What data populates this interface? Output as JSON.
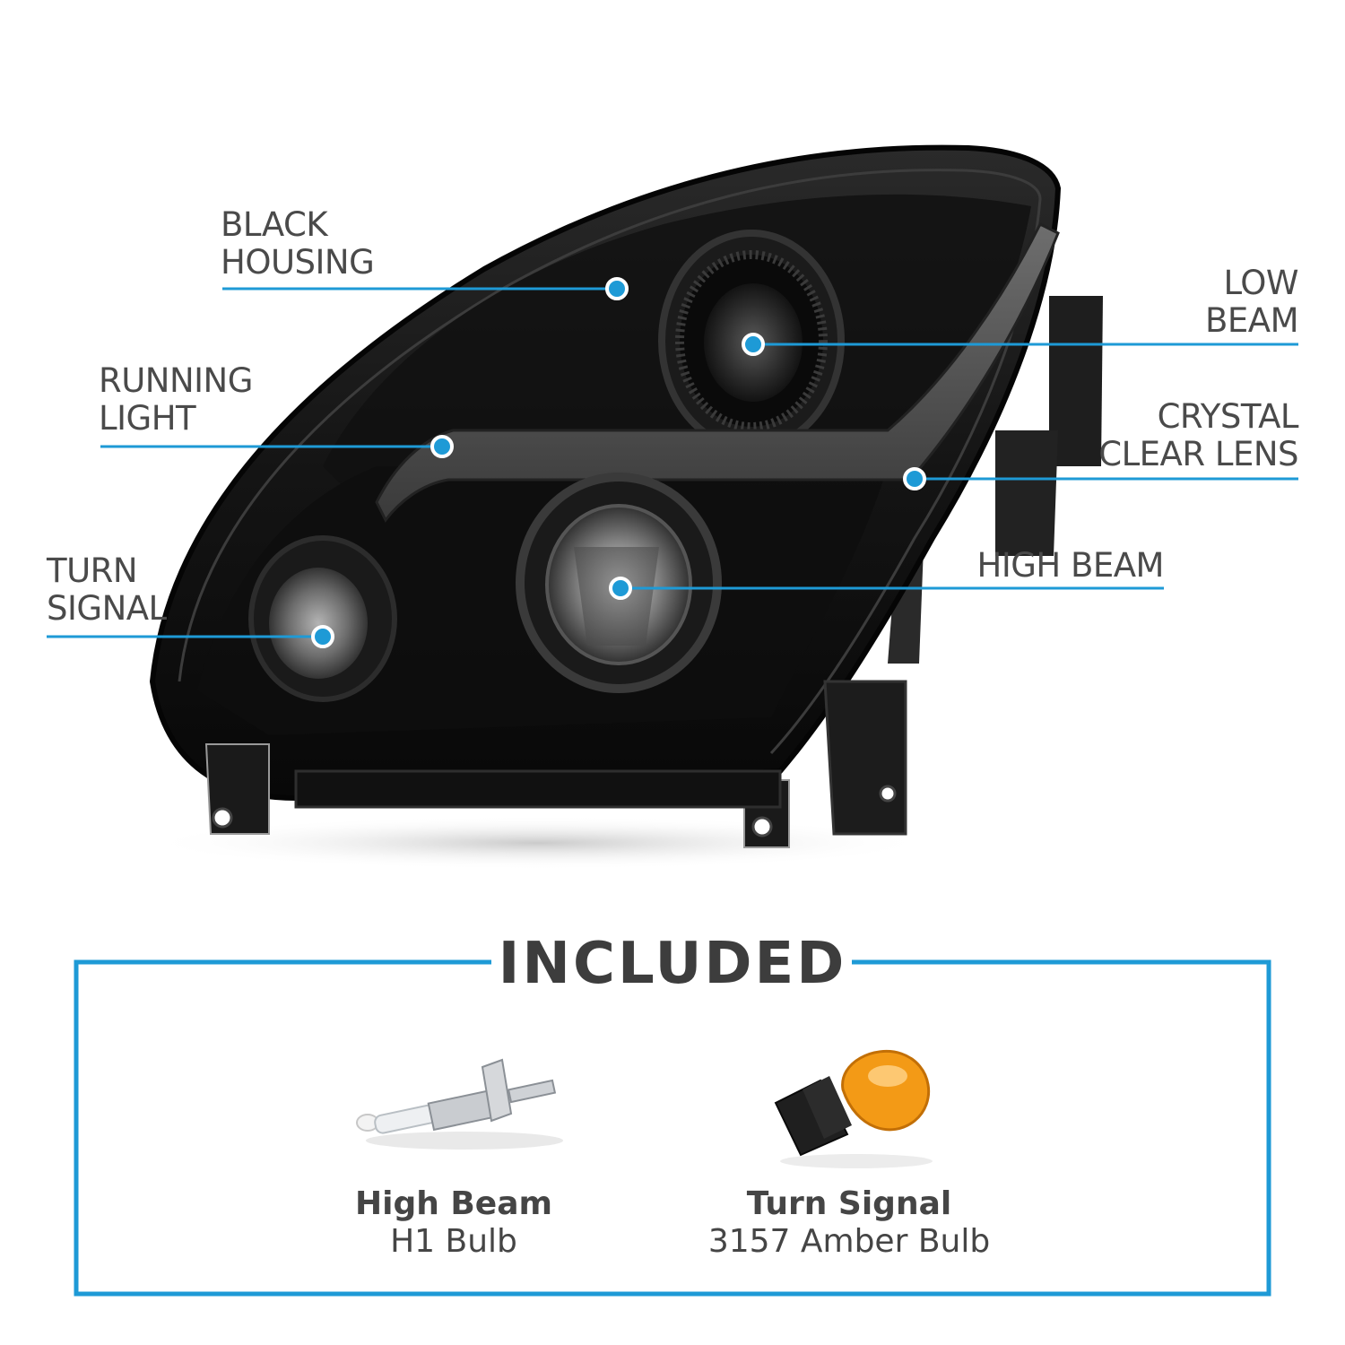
{
  "callouts": {
    "black_housing": [
      "BLACK",
      "HOUSING"
    ],
    "running_light": [
      "RUNNING",
      "LIGHT"
    ],
    "turn_signal": [
      "TURN",
      "SIGNAL"
    ],
    "low_beam": [
      "LOW",
      "BEAM"
    ],
    "crystal_clear_lens": [
      "CRYSTAL",
      "CLEAR LENS"
    ],
    "high_beam": "HIGH BEAM"
  },
  "included": {
    "title": "INCLUDED",
    "items": [
      {
        "title": "High Beam",
        "subtitle": "H1 Bulb",
        "icon": "h1-bulb-icon"
      },
      {
        "title": "Turn Signal",
        "subtitle": "3157 Amber Bulb",
        "icon": "amber-bulb-icon"
      }
    ]
  },
  "colors": {
    "accent": "#1e9ad6",
    "housing": "#141414",
    "text": "#4a4a4a",
    "amber": "#f39a16"
  }
}
